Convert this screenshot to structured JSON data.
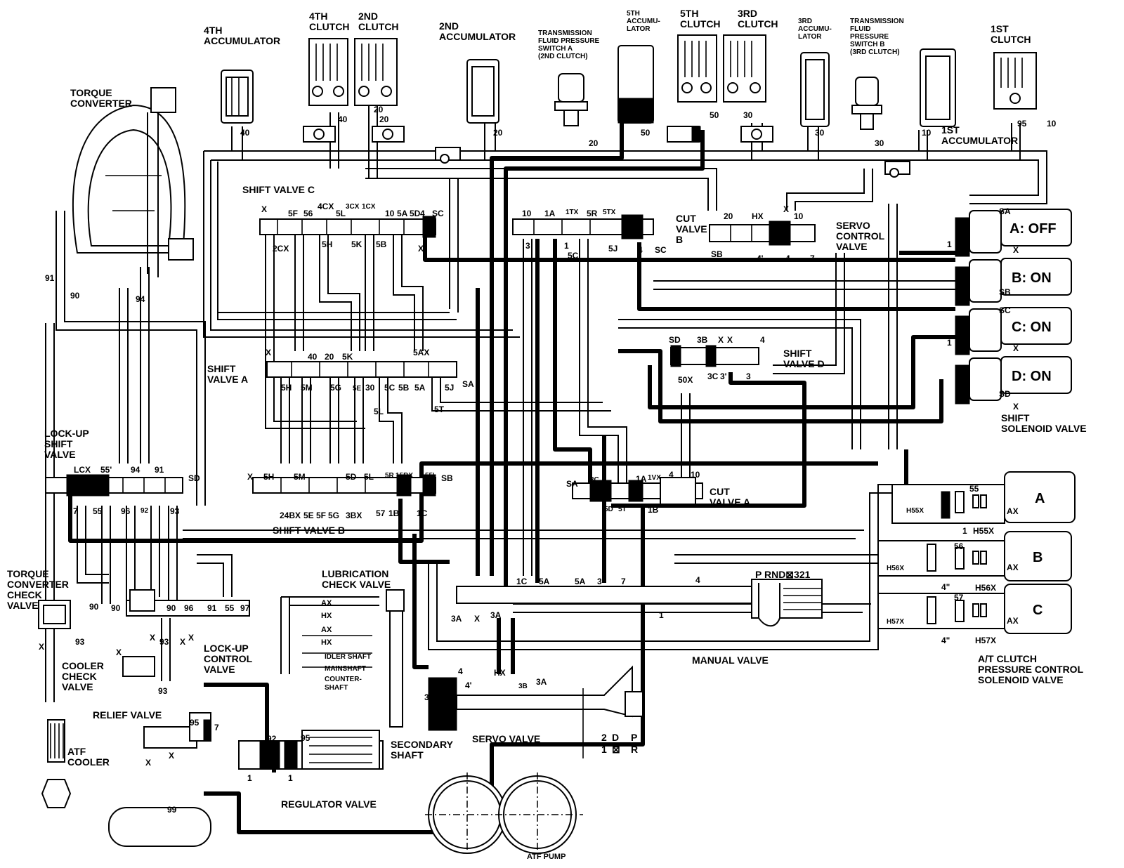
{
  "labels": {
    "accumulator_4th": [
      "4TH",
      "ACCUMULATOR"
    ],
    "clutch_4th": [
      "4TH",
      "CLUTCH"
    ],
    "clutch_2nd": [
      "2ND",
      "CLUTCH"
    ],
    "accumulator_2nd": [
      "2ND",
      "ACCUMULATOR"
    ],
    "pressure_switch_a": [
      "TRANSMISSION",
      "FLUID PRESSURE",
      "SWITCH A",
      "(2ND CLUTCH)"
    ],
    "accumulator_5th": [
      "5TH",
      "ACCUMU-",
      "LATOR"
    ],
    "clutch_5th": [
      "5TH",
      "CLUTCH"
    ],
    "clutch_3rd": [
      "3RD",
      "CLUTCH"
    ],
    "accumulator_3rd": [
      "3RD",
      "ACCUMU-",
      "LATOR"
    ],
    "pressure_switch_b": [
      "TRANSMISSION",
      "FLUID",
      "PRESSURE",
      "SWITCH B",
      "(3RD CLUTCH)"
    ],
    "clutch_1st": [
      "1ST",
      "CLUTCH"
    ],
    "accumulator_1st": [
      "1ST",
      "ACCUMULATOR"
    ],
    "torque_converter": [
      "TORQUE",
      "CONVERTER"
    ],
    "shift_valve_c": "SHIFT VALVE C",
    "cut_valve_b": [
      "CUT",
      "VALVE",
      "B"
    ],
    "servo_control_valve": [
      "SERVO",
      "CONTROL",
      "VALVE"
    ],
    "shift_valve_a": [
      "SHIFT",
      "VALVE A"
    ],
    "shift_valve_d": [
      "SHIFT",
      "VALVE D"
    ],
    "shift_solenoid_valve": [
      "SHIFT",
      "SOLENOID VALVE"
    ],
    "lock_up_shift_valve": [
      "LOCK-UP",
      "SHIFT",
      "VALVE"
    ],
    "shift_valve_b": "SHIFT VALVE B",
    "cut_valve_a": [
      "CUT",
      "VALVE A"
    ],
    "torque_converter_check_valve": [
      "TORQUE",
      "CONVERTER",
      "CHECK",
      "VALVE"
    ],
    "lubrication_check_valve": [
      "LUBRICATION",
      "CHECK VALVE"
    ],
    "lock_up_control_valve": [
      "LOCK-UP",
      "CONTROL",
      "VALVE"
    ],
    "cooler_check_valve": [
      "COOLER",
      "CHECK",
      "VALVE"
    ],
    "manual_valve": "MANUAL VALVE",
    "at_clutch_pcsv": [
      "A/T CLUTCH",
      "PRESSURE CONTROL",
      "SOLENOID VALVE"
    ],
    "relief_valve": "RELIEF VALVE",
    "atf_cooler": [
      "ATF",
      "COOLER"
    ],
    "secondary_shaft": [
      "SECONDARY",
      "SHAFT"
    ],
    "servo_valve": "SERVO VALVE",
    "regulator_valve": "REGULATOR VALVE",
    "atf_pump": "ATF PUMP",
    "lube_points": [
      "AX",
      "HX",
      "AX",
      "HX",
      "IDLER SHAFT",
      "MAINSHAFT",
      "COUNTER-",
      "SHAFT"
    ],
    "manual_positions": "P RND⊠321",
    "servo_positions": [
      "2",
      "D",
      "P",
      "1",
      "⊠",
      "R"
    ]
  },
  "solenoids": [
    {
      "name": "A",
      "state": "A: OFF"
    },
    {
      "name": "B",
      "state": "B: ON"
    },
    {
      "name": "C",
      "state": "C: ON"
    },
    {
      "name": "D",
      "state": "D: ON"
    }
  ],
  "pcsv_units": [
    "A",
    "B",
    "C"
  ],
  "ports": {
    "sv_c_top": [
      "X",
      "5F",
      "56",
      "4CX",
      "5L",
      "3CX",
      "1CX",
      "10",
      "5A",
      "5D",
      "4",
      "SC"
    ],
    "sv_c_bottom": [
      "2CX",
      "5H",
      "5K",
      "5B",
      "X"
    ],
    "cut_b_top": [
      "10",
      "1A",
      "1TX",
      "5R",
      "5TX"
    ],
    "cut_b_bottom": [
      "3",
      "1",
      "5C",
      "5J",
      "4",
      "SC"
    ],
    "servo_ctl_top": [
      "20",
      "HX",
      "X",
      "10"
    ],
    "servo_ctl_bottom": [
      "SB",
      "4'",
      "4",
      "7"
    ],
    "sv_a_top": [
      "X",
      "40",
      "20",
      "5K",
      "5AX"
    ],
    "sv_a_bottom": [
      "5H",
      "5M",
      "5G",
      "5E",
      "30",
      "5C",
      "5B",
      "5A",
      "5J",
      "SA",
      "5L",
      "5T"
    ],
    "sv_d": [
      "SD",
      "3B",
      "X",
      "X",
      "4",
      "50X",
      "3C",
      "3'",
      "3"
    ],
    "lockup_shift": [
      "LCX",
      "55'",
      "94",
      "91",
      "SD",
      "7",
      "55",
      "96",
      "92",
      "93",
      "91",
      "90",
      "94"
    ],
    "sv_b_top": [
      "X",
      "5H",
      "5M",
      "5D",
      "5L",
      "5R",
      "15BX",
      "55'",
      "SB"
    ],
    "sv_b_bottom": [
      "24BX",
      "5E",
      "5F",
      "5G",
      "3BX",
      "57",
      "1B",
      "1C"
    ],
    "cut_a": [
      "SA",
      "3C",
      "1A",
      "1VX",
      "4",
      "10",
      "5D",
      "5T",
      "1B"
    ],
    "solenoid_ports": [
      "SA",
      "X",
      "1",
      "SB",
      "SC",
      "X",
      "1",
      "SD",
      "X"
    ],
    "pcsv_ports": [
      "55",
      "H55X",
      "AX",
      "1",
      "H55X",
      "56",
      "H56X",
      "AX",
      "H56X",
      "57",
      "H57X",
      "AX",
      "4\"",
      "H57X",
      "4\""
    ],
    "manual_ports": [
      "1C",
      "5A",
      "5A",
      "3",
      "7",
      "4",
      "3A",
      "X",
      "3A",
      "1"
    ],
    "servo_ports": [
      "4",
      "4'",
      "HX",
      "3B",
      "3A",
      "3'"
    ],
    "lockup_ctl": [
      "90",
      "90",
      "96",
      "91",
      "55",
      "97",
      "90",
      "93",
      "X",
      "X",
      "X",
      "93",
      "93",
      "X",
      "X"
    ],
    "regulator": [
      "95",
      "92",
      "95",
      "1",
      "1",
      "7",
      "X",
      "X"
    ],
    "clutch_ports": [
      "40",
      "40",
      "20",
      "20",
      "20",
      "20",
      "50",
      "50",
      "30",
      "30",
      "30",
      "10",
      "95",
      "10"
    ],
    "cooler_line": [
      "99"
    ]
  }
}
